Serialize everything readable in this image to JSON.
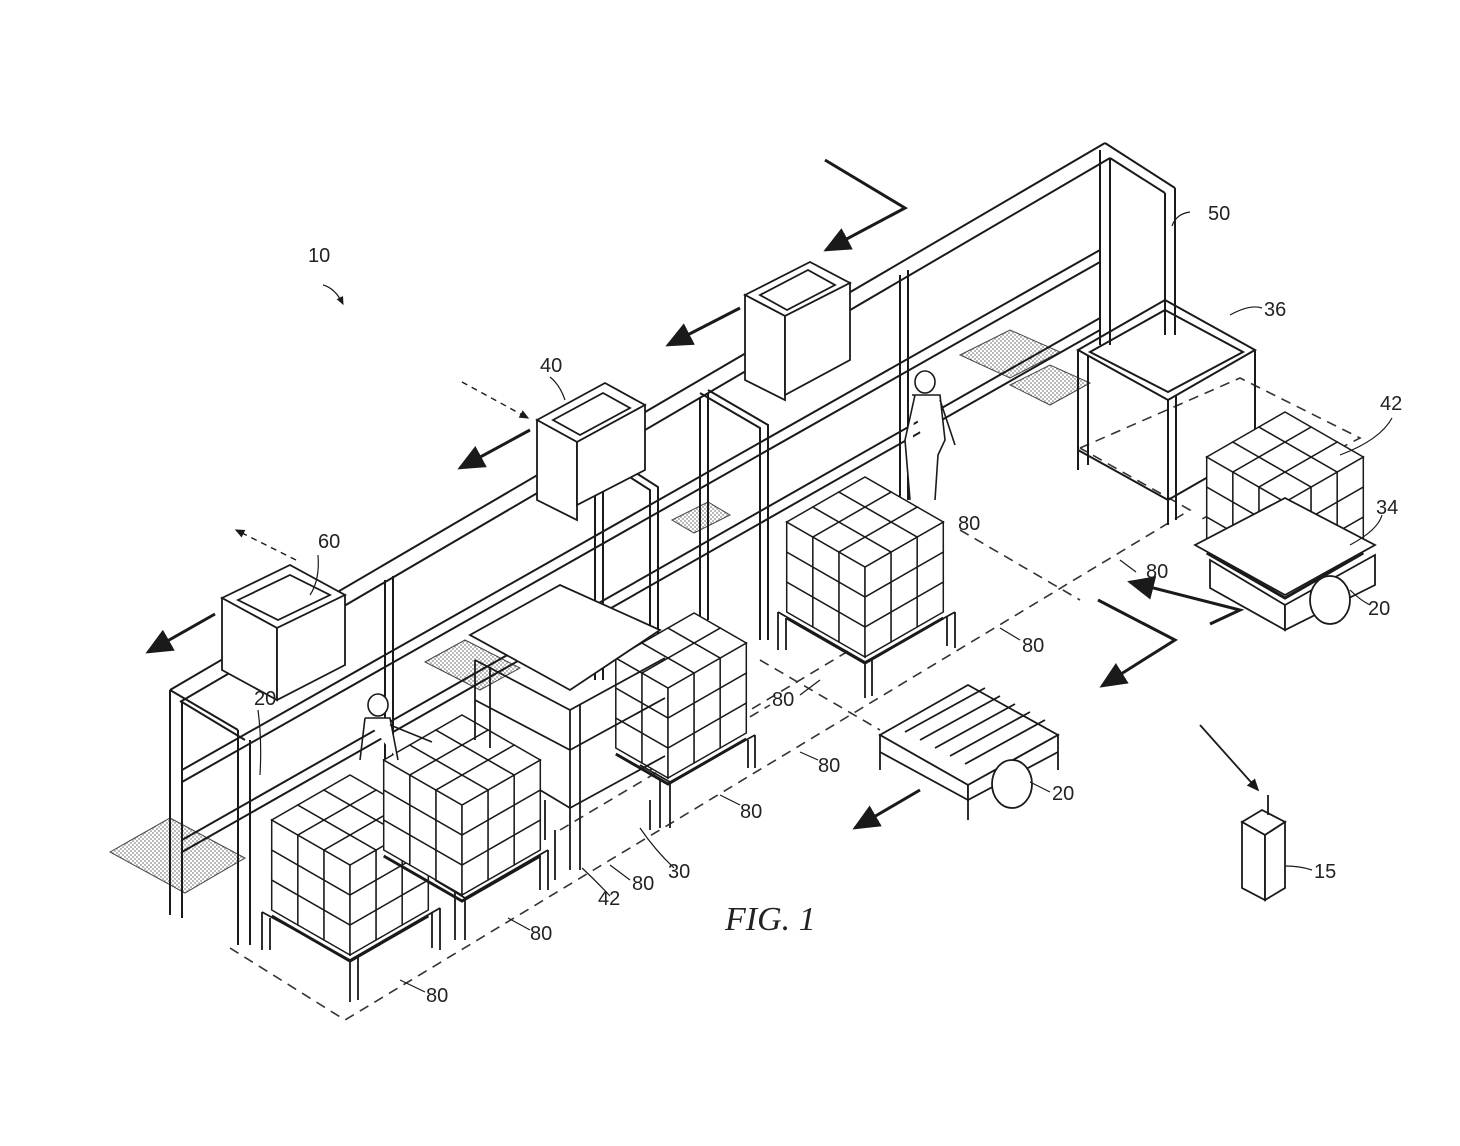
{
  "figure": {
    "title": "FIG. 1",
    "ink_color": "#1a1a1a",
    "shade_color": "#bdbdbd"
  },
  "labels": {
    "system": "10",
    "remote": "15",
    "agv_a": "20",
    "agv_b": "20",
    "agv_c": "20",
    "station_30": "30",
    "station_34": "34",
    "station_36": "36",
    "station_40": "40",
    "pallet_a": "42",
    "pallet_b": "42",
    "rack_50": "50",
    "station_60": "60",
    "zone_a": "80",
    "zone_b": "80",
    "zone_c": "80",
    "zone_d": "80",
    "zone_e": "80",
    "zone_f": "80",
    "zone_g": "80",
    "zone_h": "80",
    "zone_i": "80"
  }
}
